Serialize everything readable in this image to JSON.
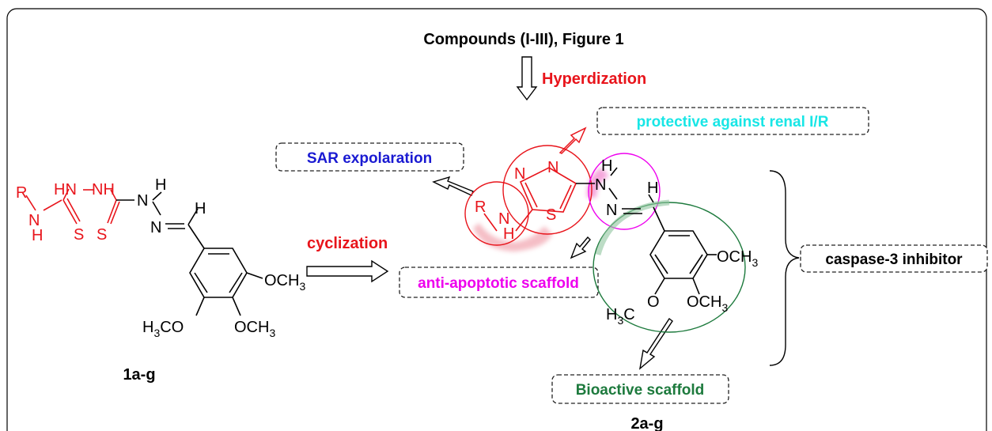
{
  "header": {
    "title": "Compounds (I-III), Figure 1"
  },
  "steps": {
    "hybrid": "Hyperdization",
    "cyclization": "cyclization"
  },
  "annotations": {
    "protective": "protective against renal I/R",
    "sar": "SAR expolaration",
    "anti_apoptotic": "anti-apoptotic scaffold",
    "caspase": "caspase-3 inhibitor",
    "bioactive": "Bioactive scaffold"
  },
  "compounds": {
    "left_id": "1a-g",
    "right_id": "2a-g"
  },
  "atoms": {
    "R": "R",
    "N": "N",
    "NH": "NH",
    "HN": "HN",
    "H": "H",
    "S": "S",
    "OCH": "OCH",
    "CO": "CO",
    "O": "O",
    "sub3": "3"
  },
  "colors": {
    "black": "#000000",
    "red": "#e8141b",
    "blue": "#1a1ad2",
    "cyan": "#18e6e6",
    "magenta": "#ee00ee",
    "green": "#1d7a3d",
    "pink_shadow": "#f2a9b3"
  }
}
